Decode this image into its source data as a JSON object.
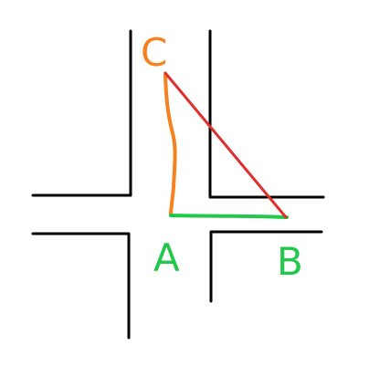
{
  "diagram": {
    "labels": {
      "a": "A",
      "b": "B",
      "c": "C"
    },
    "colors": {
      "road": "#000000",
      "orange": "#f5821f",
      "green": "#22c84b",
      "red": "#e02d2d",
      "background": "#ffffff"
    }
  }
}
